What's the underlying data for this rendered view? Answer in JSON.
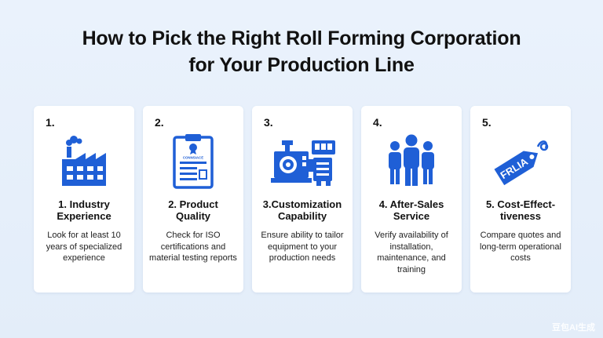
{
  "title": {
    "line1": "How to Pick the Right Roll Forming Corporation",
    "line2": "for Your Production Line"
  },
  "colors": {
    "accent": "#1f5fd6",
    "background": "#e6eef9",
    "card": "#ffffff"
  },
  "cards": [
    {
      "number": "1.",
      "icon": "factory-icon",
      "heading_line1": "1. Industry",
      "heading_line2": "Experience",
      "description": "Look for at least 10 years of specialized experience"
    },
    {
      "number": "2.",
      "icon": "certificate-clipboard-icon",
      "icon_text": "CONNSIACE",
      "heading_line1": "2. Product",
      "heading_line2": "Quality",
      "description": "Check for ISO certifications and material testing reports"
    },
    {
      "number": "3.",
      "icon": "machine-icon",
      "heading_line1": "3.Customization",
      "heading_line2": "Capability",
      "description": "Ensure ability to tailor equipment to your production needs"
    },
    {
      "number": "4.",
      "icon": "team-icon",
      "heading_line1": "4. After-Sales",
      "heading_line2": "Service",
      "description": "Verify availability of installation, maintenance, and training"
    },
    {
      "number": "5.",
      "icon": "price-tag-icon",
      "icon_text": "FRLIA",
      "heading_line1": "5. Cost-Effect-",
      "heading_line2": "tiveness",
      "description": "Compare quotes and long-term operational costs"
    }
  ],
  "watermark": "豆包AI生成"
}
